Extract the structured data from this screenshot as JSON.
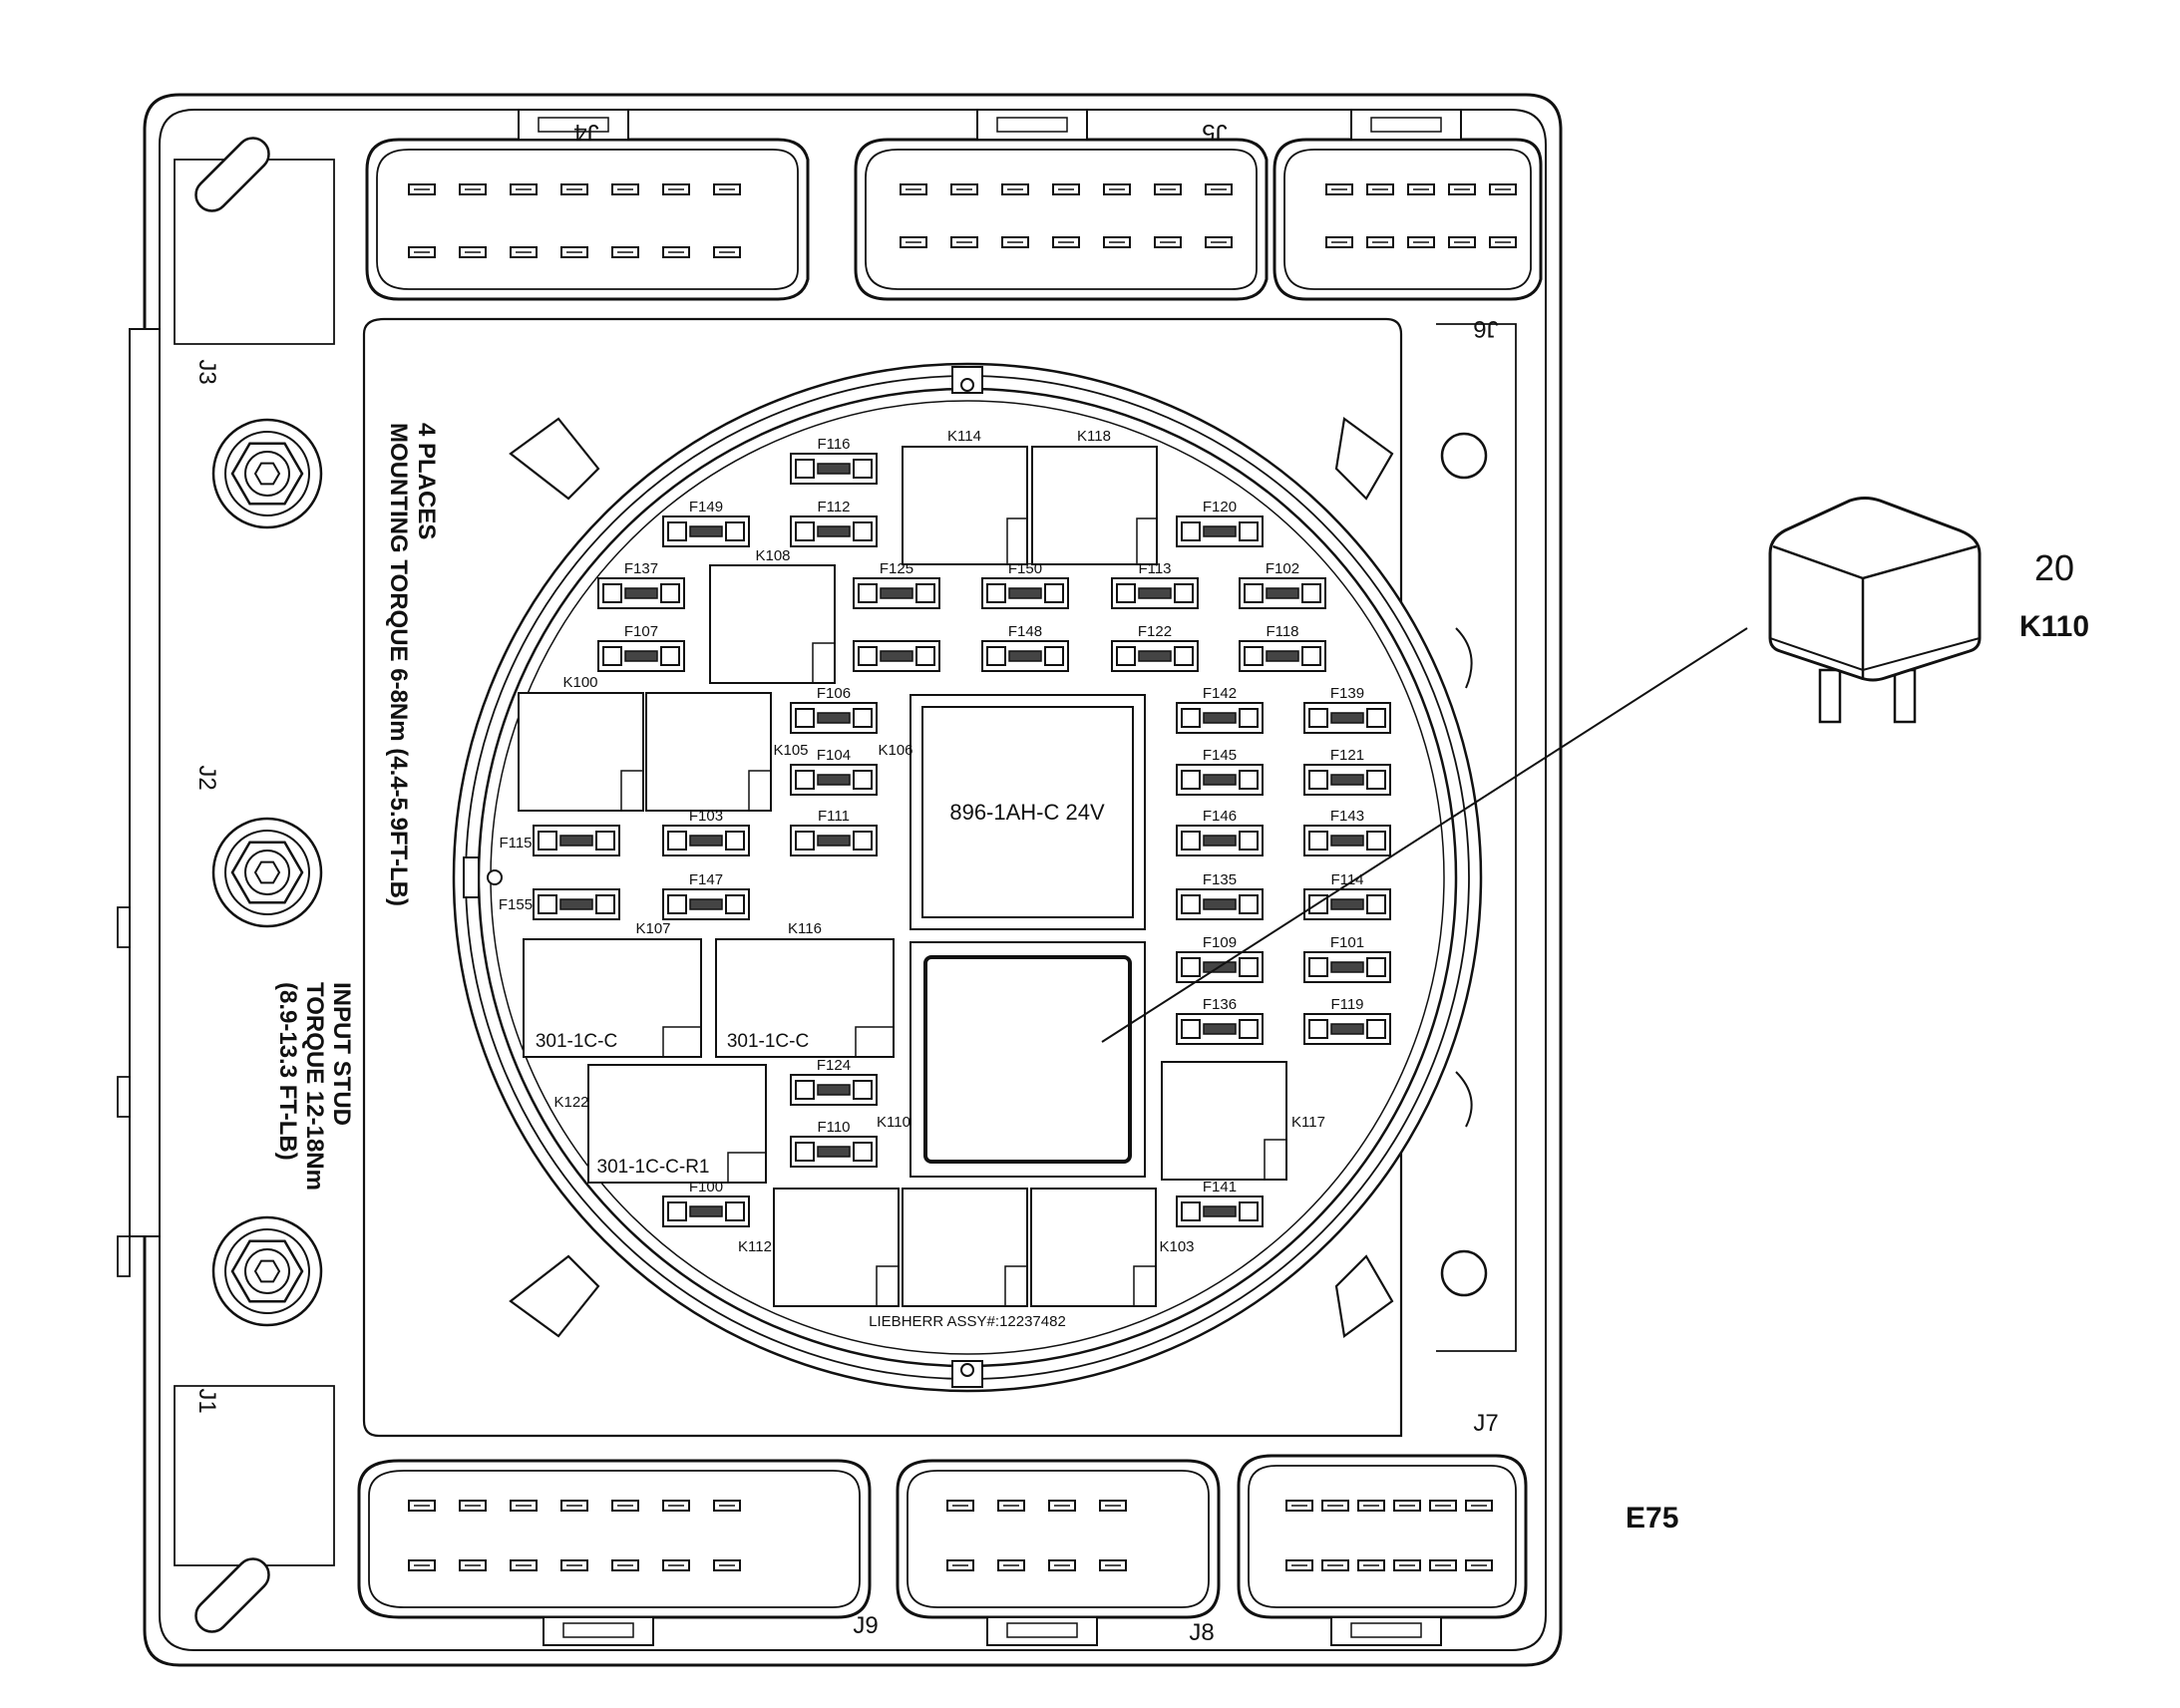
{
  "relay_callout": {
    "number": "20",
    "name": "K110"
  },
  "assembly_label": "E75",
  "connectors": {
    "j1": "J1",
    "j2": "J2",
    "j3": "J3",
    "j4": "J4",
    "j5": "J5",
    "j6": "J6",
    "j7": "J7",
    "j8": "J8",
    "j9": "J9"
  },
  "notes": {
    "mounting_line1": "4 PLACES",
    "mounting_line2": "MOUNTING TORQUE 6-8Nm (4.4-5.9FT-LB)",
    "stud_line1": "INPUT STUD",
    "stud_line2": "TORQUE 12-18Nm",
    "stud_line3": "(8.9-13.3 FT-LB)"
  },
  "assy_text": "LIEBHERR ASSY#:12237482",
  "module_labels": {
    "center": "896-1AH-C 24V",
    "k107": "301-1C-C",
    "k116": "301-1C-C",
    "k122": "301-1C-C-R1"
  },
  "relays": {
    "k114": "K114",
    "k118": "K118",
    "k108": "K108",
    "k100": "K100",
    "k105": "K105",
    "k106": "K106",
    "k107": "K107",
    "k116": "K116",
    "k122": "K122",
    "k110": "K110",
    "k112": "K112",
    "k103": "K103",
    "k117": "K117"
  },
  "fuses": {
    "f116": "F116",
    "f112": "F112",
    "f149": "F149",
    "f120": "F120",
    "f137": "F137",
    "f125": "F125",
    "f150": "F150",
    "f113": "F113",
    "f102": "F102",
    "f107": "F107",
    "f148": "F148",
    "f122": "F122",
    "f118": "F118",
    "f106": "F106",
    "f142": "F142",
    "f139": "F139",
    "f104": "F104",
    "f145": "F145",
    "f121": "F121",
    "f115": "F115",
    "f103": "F103",
    "f111": "F111",
    "f146": "F146",
    "f143": "F143",
    "f155": "F155",
    "f147": "F147",
    "f135": "F135",
    "f114": "F114",
    "f109": "F109",
    "f101": "F101",
    "f136": "F136",
    "f119": "F119",
    "f124": "F124",
    "f110": "F110",
    "f100": "F100",
    "f141": "F141"
  }
}
